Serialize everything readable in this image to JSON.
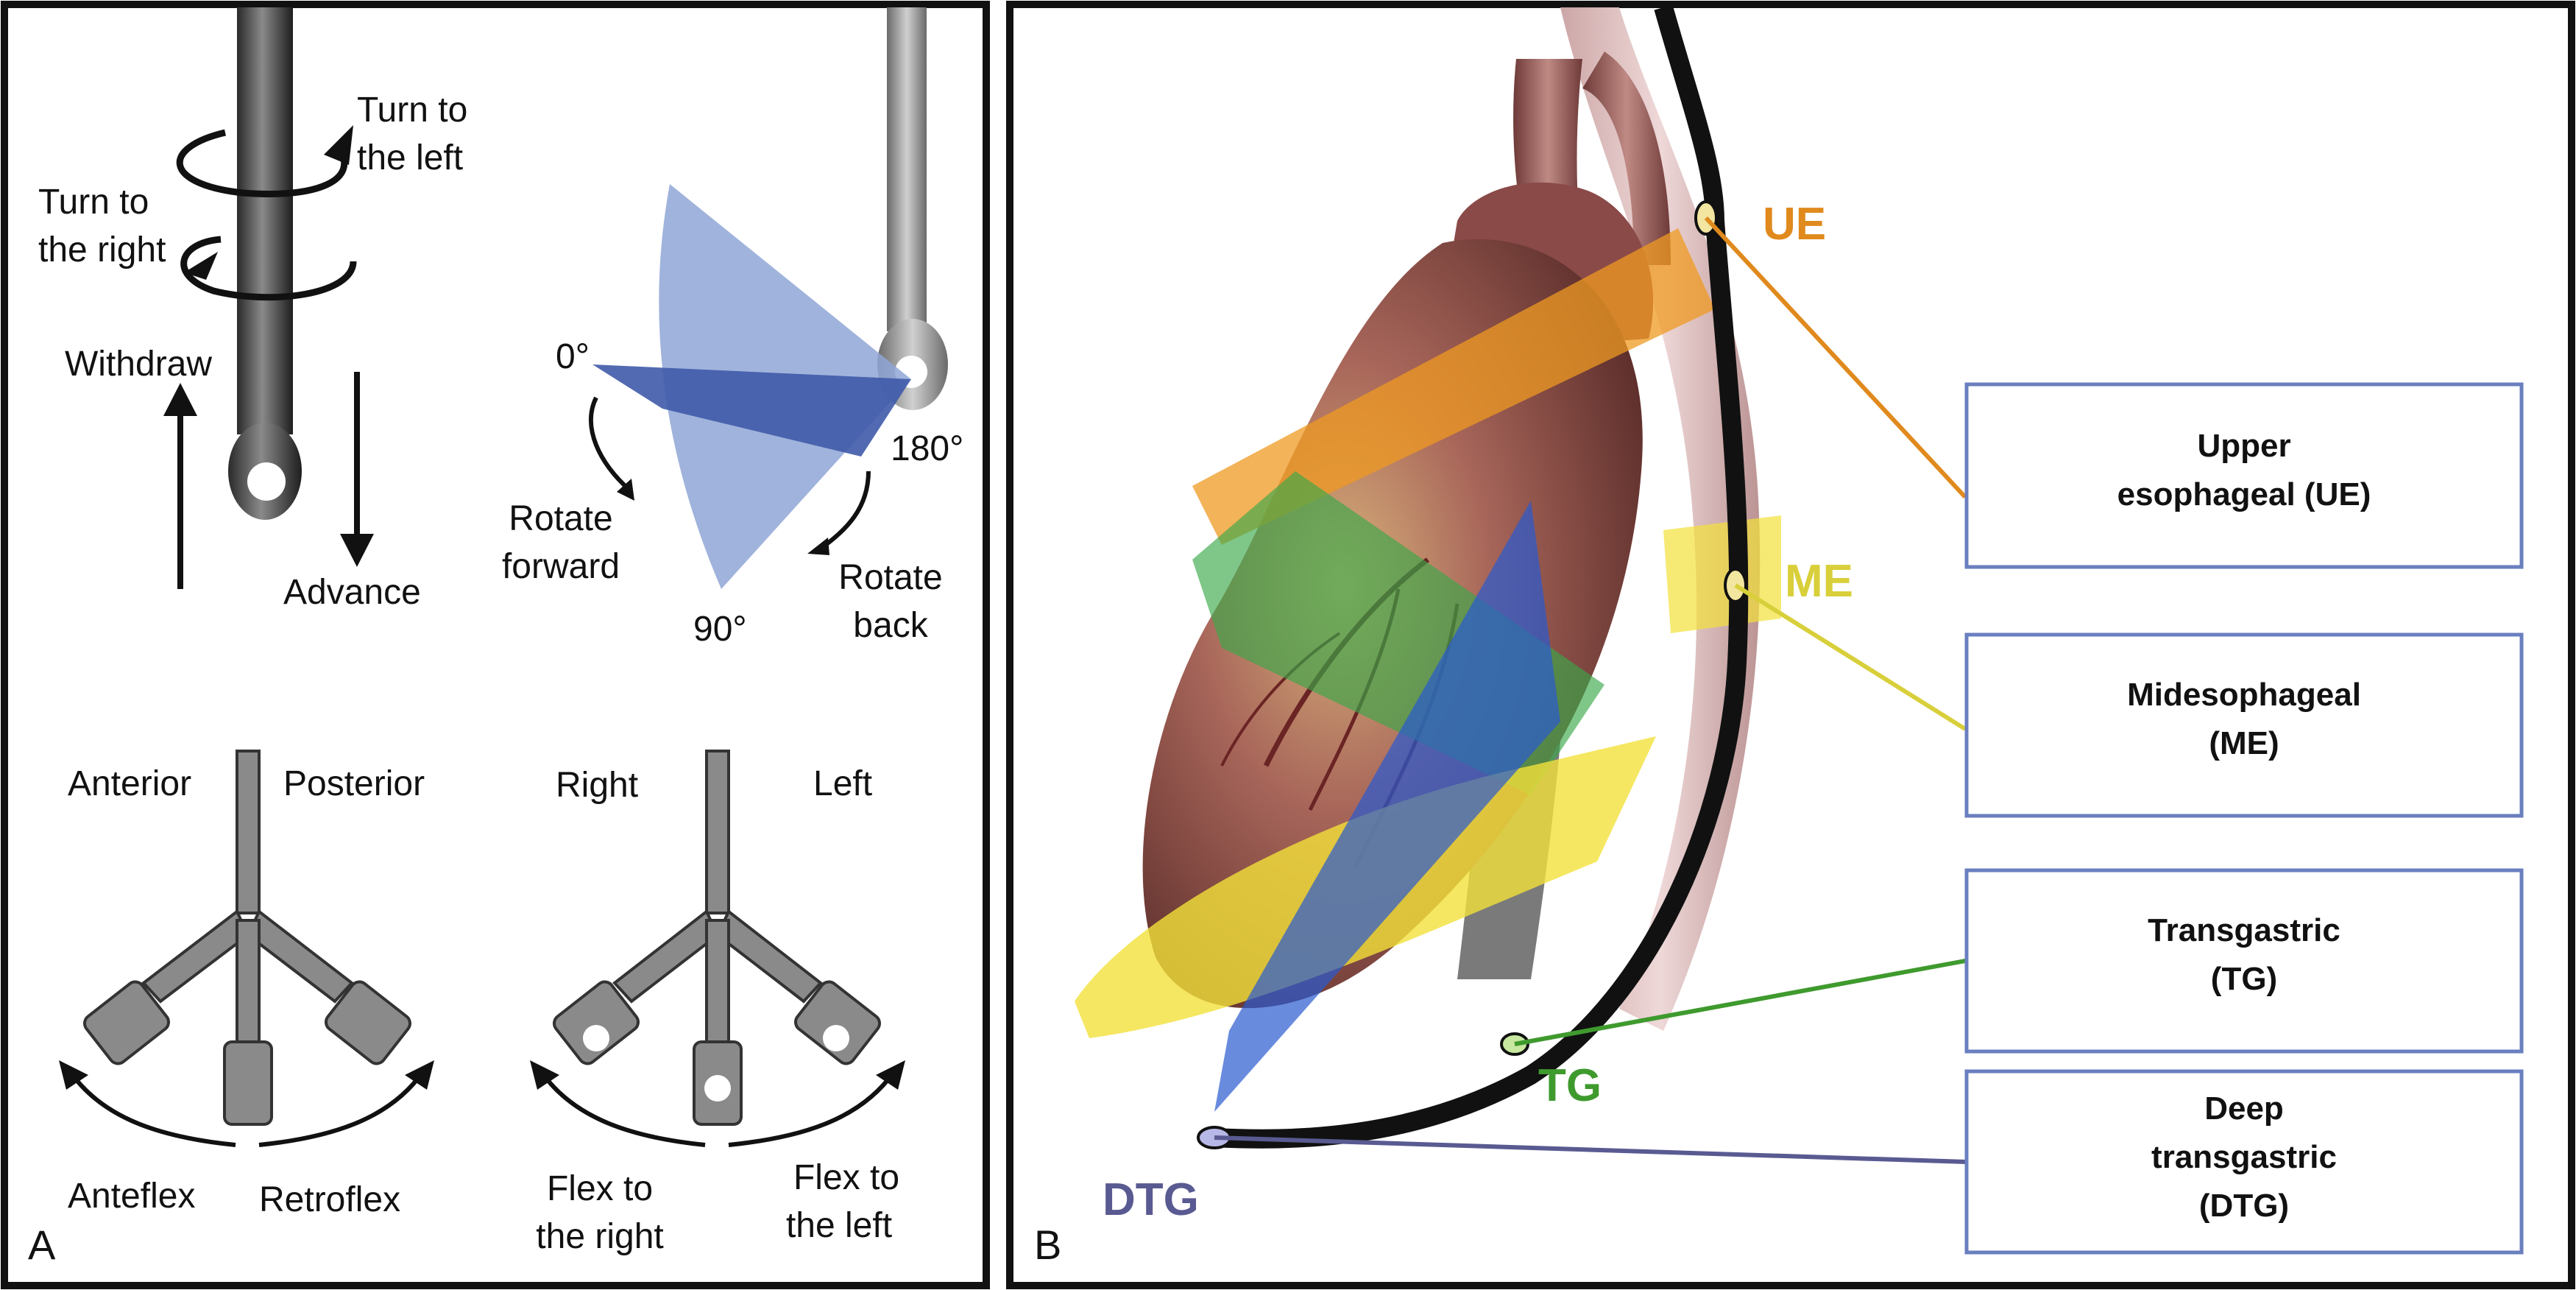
{
  "panel_a": {
    "letter": "A",
    "turn_left": [
      "Turn to",
      "the left"
    ],
    "turn_right": [
      "Turn to",
      "the right"
    ],
    "withdraw": "Withdraw",
    "advance": "Advance",
    "angle_0": "0°",
    "angle_90": "90°",
    "angle_180": "180°",
    "rotate_forward": [
      "Rotate",
      "forward"
    ],
    "rotate_back": [
      "Rotate",
      "back"
    ],
    "anterior": "Anterior",
    "posterior": "Posterior",
    "anteflex": "Anteflex",
    "retroflex": "Retroflex",
    "right": "Right",
    "left": "Left",
    "flex_right": [
      "Flex to",
      "the right"
    ],
    "flex_left": [
      "Flex to",
      "the left"
    ]
  },
  "panel_b": {
    "letter": "B",
    "levels": {
      "ue": {
        "abbr": "UE",
        "color": "#e08a1e"
      },
      "me": {
        "abbr": "ME",
        "color": "#d8cf3a"
      },
      "tg": {
        "abbr": "TG",
        "color": "#3f9a2e"
      },
      "dtg": {
        "abbr": "DTG",
        "color": "#5a5a92"
      }
    },
    "boxes": {
      "ue": [
        "Upper",
        "esophageal (UE)"
      ],
      "me": [
        "Midesophageal",
        "(ME)"
      ],
      "tg": [
        "Transgastric",
        "(TG)"
      ],
      "dtg": [
        "Deep",
        "transgastric",
        "(DTG)"
      ]
    },
    "box_border_color": "#6a7fbf"
  }
}
